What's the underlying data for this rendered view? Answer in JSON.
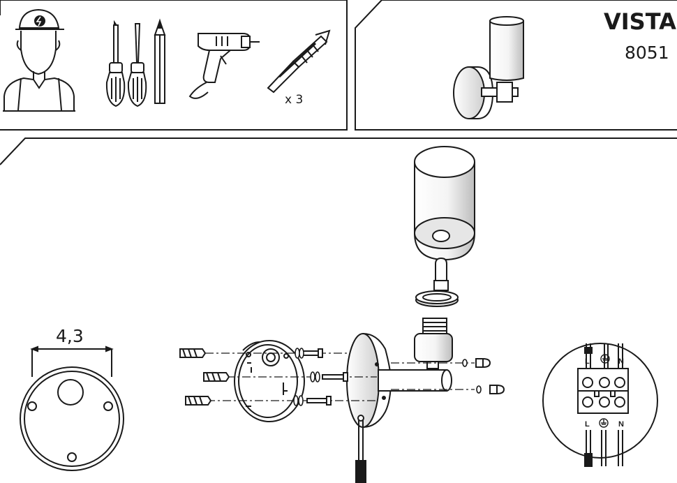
{
  "product": {
    "name": "VISTA",
    "code": "8051"
  },
  "tools": {
    "anchor_quantity": "x 3",
    "icons": [
      "electrician-icon",
      "screwdriver-icon",
      "screwdriver-icon",
      "pencil-icon",
      "drill-icon",
      "wall-anchor-icon"
    ]
  },
  "mounting": {
    "dimension_label": "4,3"
  },
  "wiring": {
    "top_labels": [
      "L",
      "N"
    ],
    "bottom_labels": [
      "L",
      "N"
    ],
    "earth_symbol": "earth-ground-icon"
  },
  "colors": {
    "line": "#1a1a1a",
    "shade": "#d9d9d9",
    "background": "#ffffff"
  }
}
